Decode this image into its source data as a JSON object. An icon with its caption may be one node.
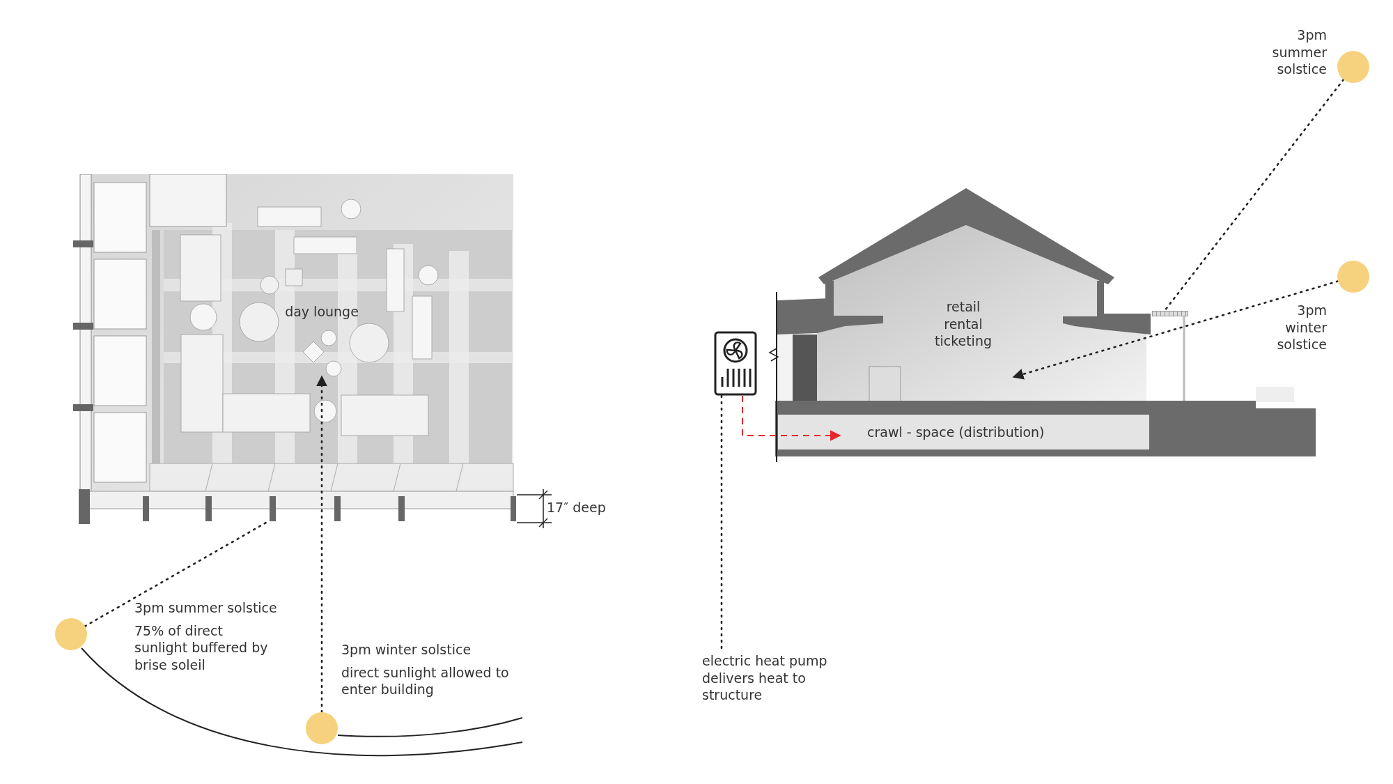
{
  "diagram": {
    "nodes": [
      {
        "text": [],
        "shape": "picture"
      },
      {
        "text": [
          "day lounge"
        ],
        "in": 0
      },
      {
        "text": [],
        "shape": "circle",
        "beside": [
          "3pm summer solstice",
          "75% of direct sunlight buffered by brise soleil"
        ]
      },
      {
        "text": [],
        "shape": "circle",
        "beside": [
          "3pm winter solstice",
          "direct sunlight allowed to enter building"
        ]
      },
      {
        "text": [],
        "shape": "picture"
      },
      {
        "text": [
          "retail rental ticketing"
        ],
        "in": 4
      },
      {
        "text": [
          "crawl - space (distribution)"
        ],
        "in": 4
      },
      {
        "text": [],
        "shape": "picture"
      },
      {
        "text": [
          "electric heat pump delivers heat to structure"
        ]
      },
      {
        "text": [],
        "shape": "circle",
        "beside": [
          "3pm summer solstice"
        ]
      },
      {
        "text": [],
        "shape": "circle",
        "beside": [
          "3pm winter solstice"
        ]
      },
      {
        "text": [],
        "shape": "box",
        "in": 4
      }
    ],
    "edges": [
      {
        "from": 2,
        "to": 0,
        "arrow": "none"
      },
      {
        "from": 3,
        "to": 1,
        "arrow": "to"
      },
      {
        "from": 7,
        "to": 6,
        "arrow": "to",
        "style": "dashed",
        "color": "#e8262b"
      },
      {
        "from": 7,
        "to": 8,
        "arrow": "none"
      },
      {
        "from": 9,
        "to": 11,
        "arrow": "none"
      },
      {
        "from": 10,
        "to": 5,
        "arrow": "to"
      }
    ],
    "labels": [
      "17″ deep"
    ]
  }
}
